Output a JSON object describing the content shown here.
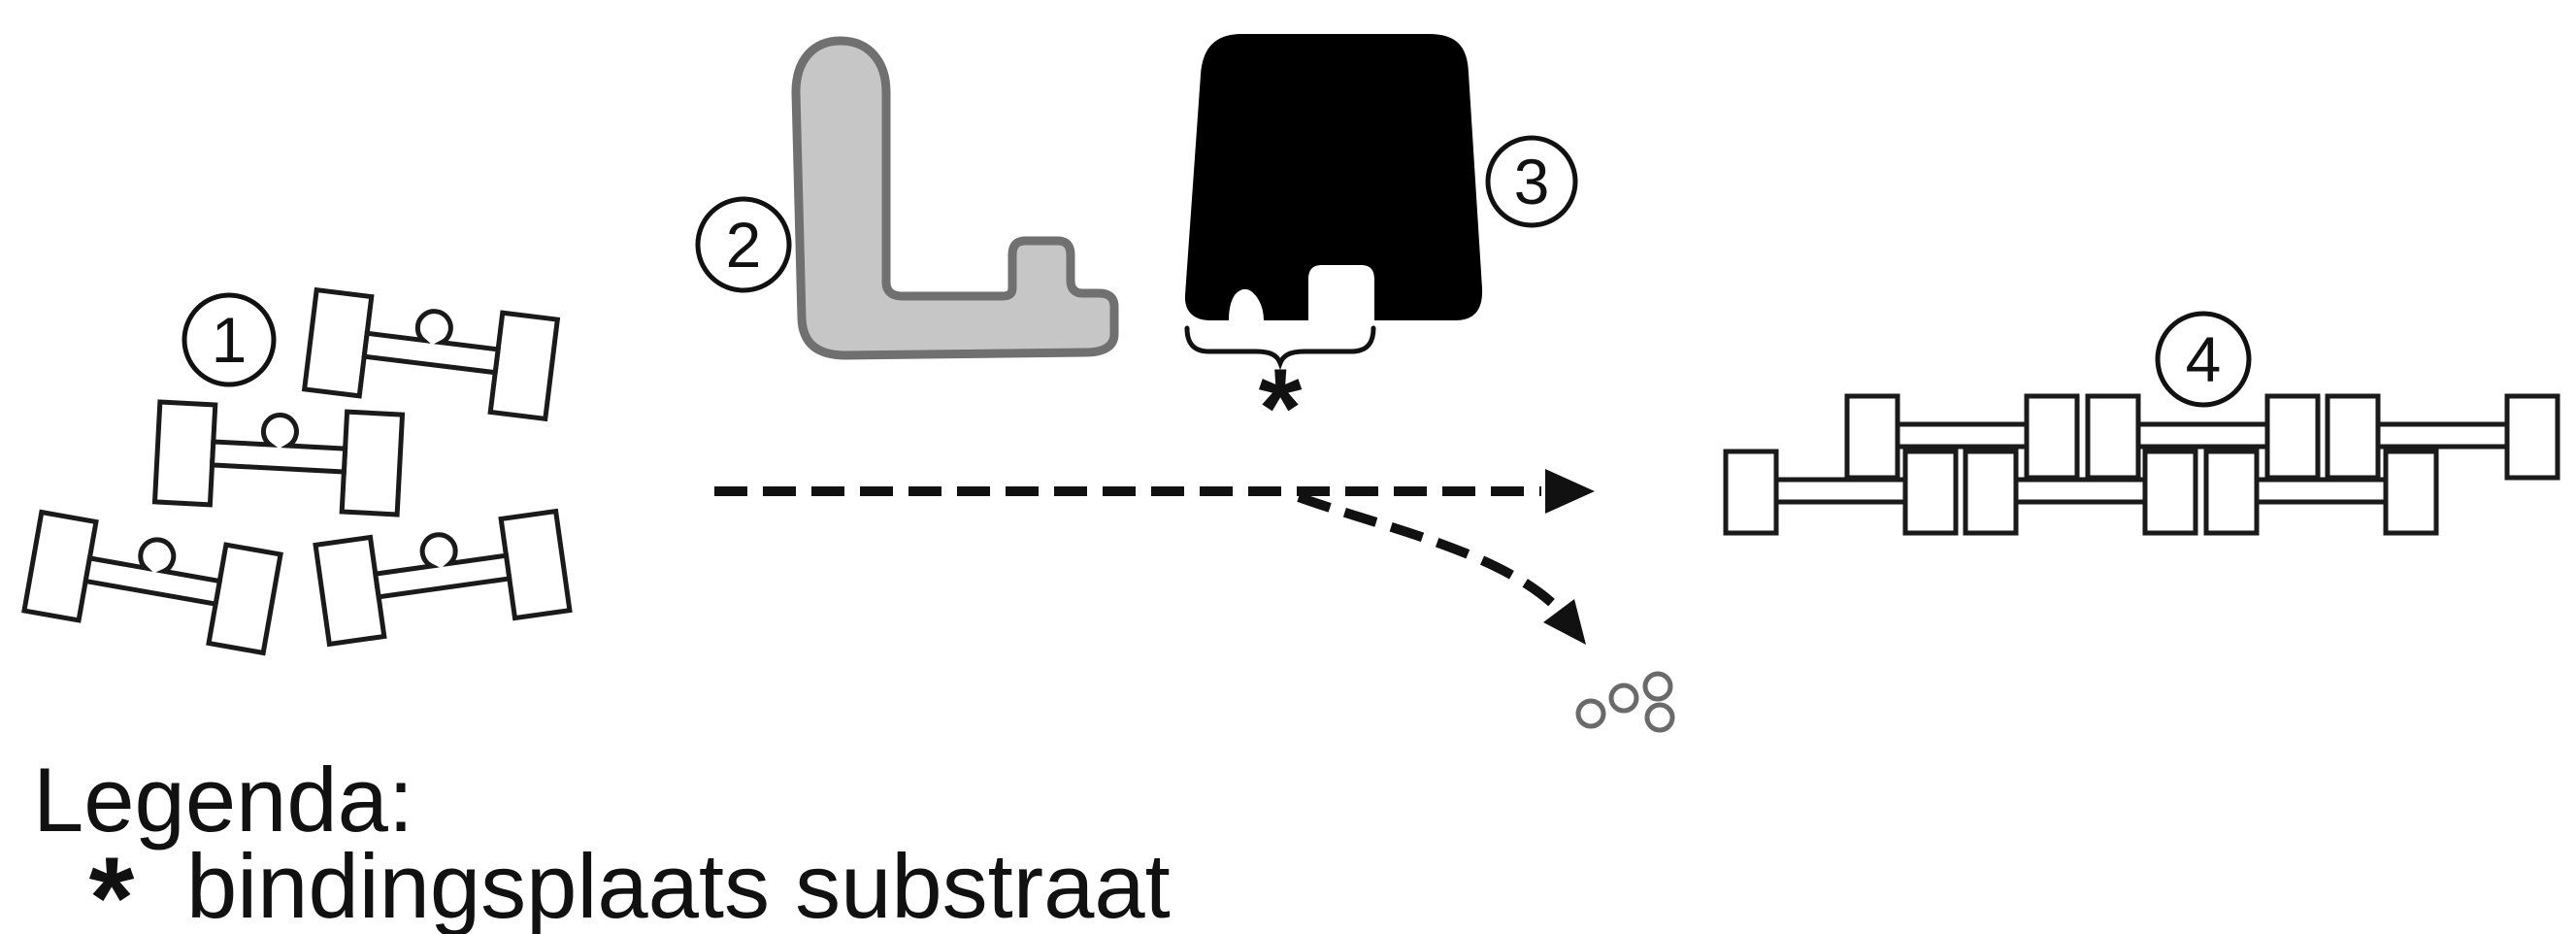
{
  "diagram": {
    "title_none": "",
    "labels": {
      "monomers": "1",
      "enzyme_gray": "2",
      "enzyme_black": "3",
      "polymer": "4"
    },
    "binding_site_symbol": "*",
    "legend": {
      "title": "Legenda:",
      "symbol": "*",
      "entry": "bindingsplaats substraat"
    },
    "colors": {
      "enzyme_gray_fill": "#c6c6c6",
      "enzyme_gray_stroke": "#707070",
      "enzyme_black_fill": "#000000",
      "shape_outline": "#1a1a1a",
      "released_molecule_stroke": "#6a6a6a",
      "background": "#ffffff"
    }
  }
}
